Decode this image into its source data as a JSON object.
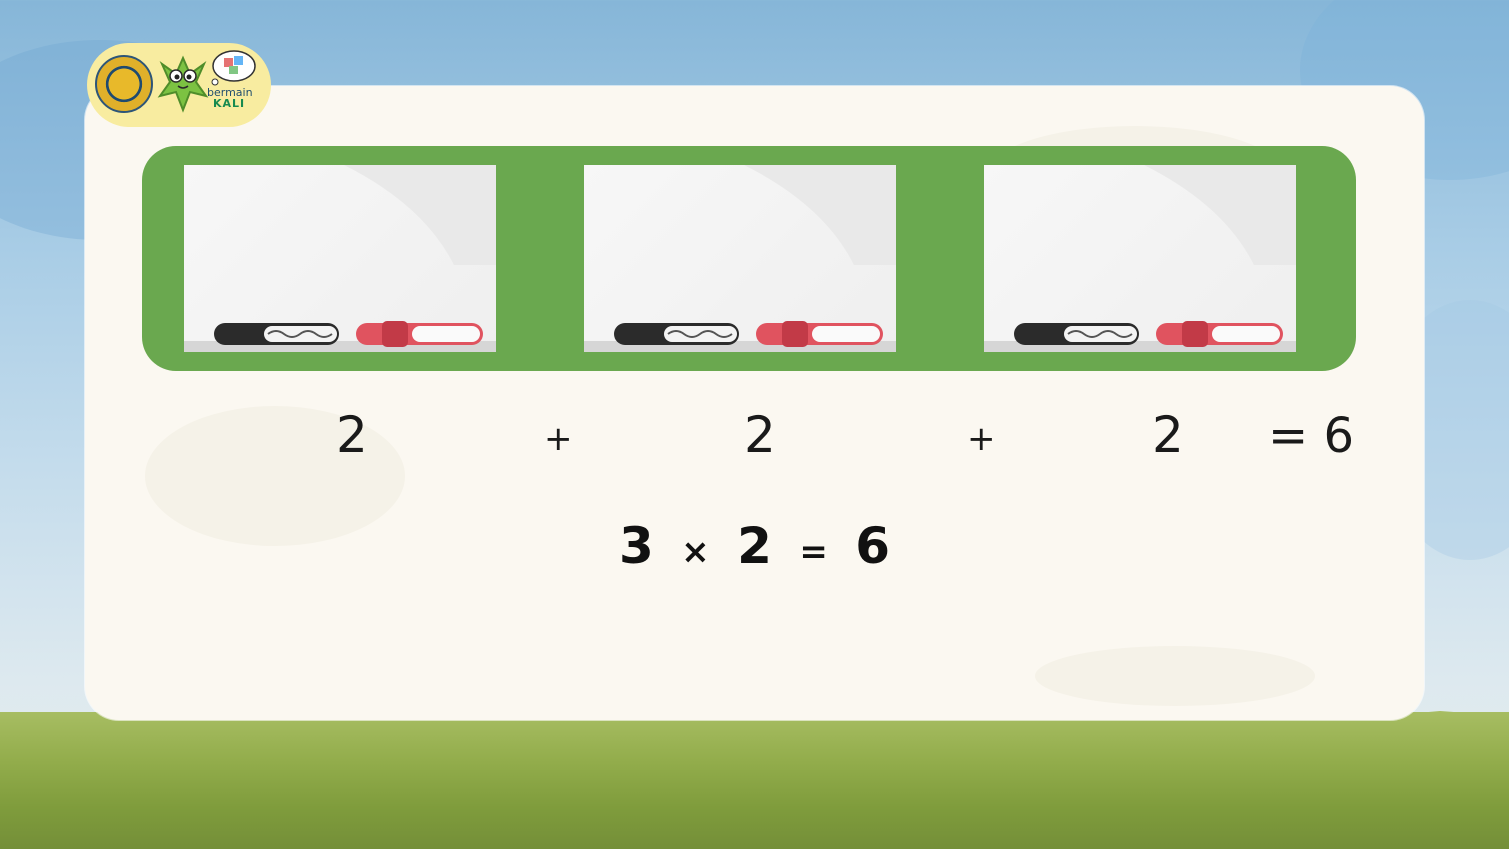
{
  "logo": {
    "brand_line1": "bermain",
    "brand_line2": "KALI"
  },
  "boards": [
    {
      "id": "board-1",
      "value": "2"
    },
    {
      "id": "board-2",
      "value": "2"
    },
    {
      "id": "board-3",
      "value": "2"
    }
  ],
  "addition": {
    "term1": "2",
    "plus1": "+",
    "term2": "2",
    "plus2": "+",
    "term3": "2",
    "result": "= 6"
  },
  "multiplication": {
    "factor1": "3",
    "times": "×",
    "factor2": "2",
    "equals": "=",
    "product": "6"
  },
  "colors": {
    "band_green": "#6aa84f",
    "card_bg": "#fbf8f1",
    "logo_bg": "#f8eca0"
  }
}
